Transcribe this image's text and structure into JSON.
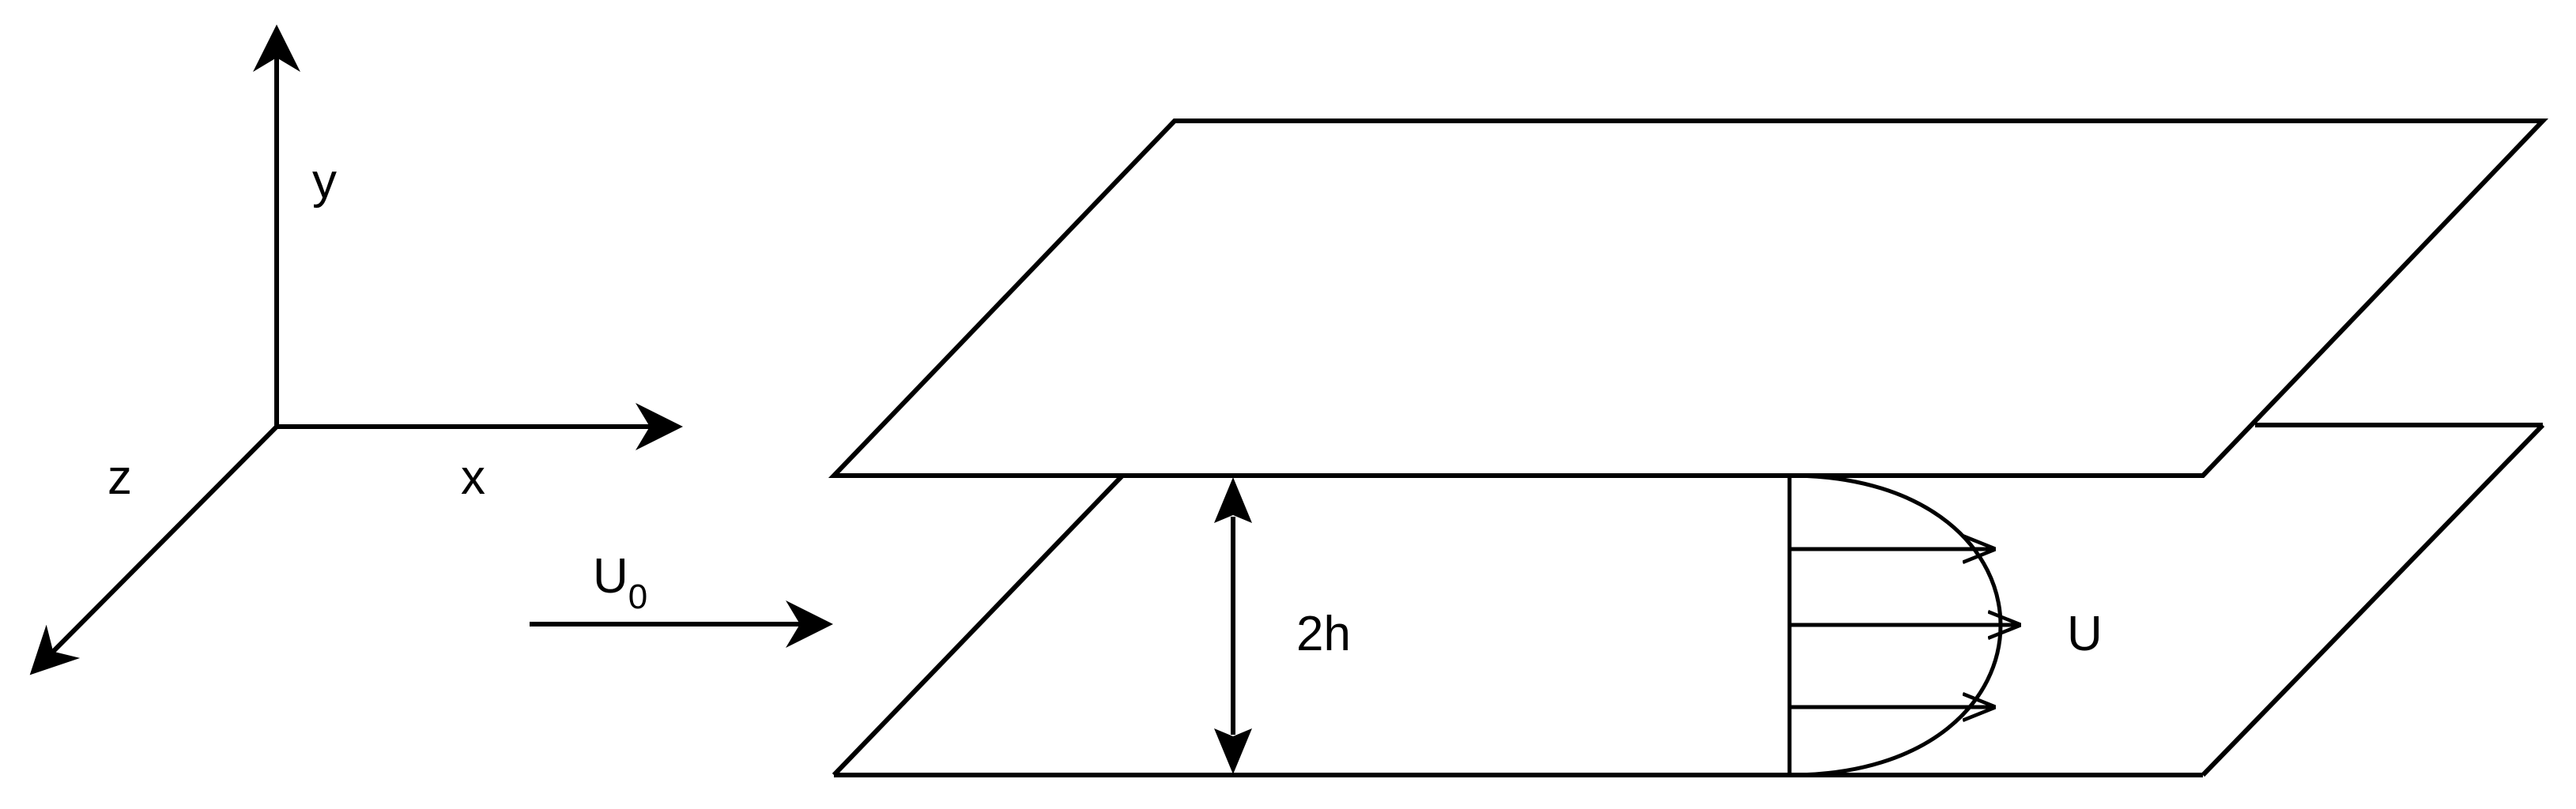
{
  "axes": {
    "x_label": "x",
    "y_label": "y",
    "z_label": "z"
  },
  "inflow": {
    "label_main": "U",
    "label_subscript": "0"
  },
  "gap": {
    "label": "2h"
  },
  "profile": {
    "label": "U"
  },
  "colors": {
    "stroke": "#000000",
    "background": "#ffffff"
  }
}
